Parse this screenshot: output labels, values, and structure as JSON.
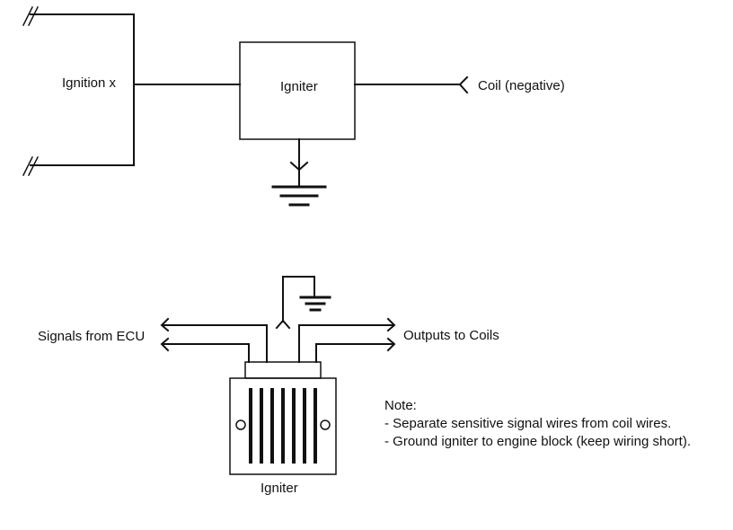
{
  "top": {
    "input_label": "Ignition x",
    "block_label": "Igniter",
    "output_label": "Coil (negative)"
  },
  "bottom": {
    "signals_label": "Signals from ECU",
    "outputs_label": "Outputs to Coils",
    "module_label": "Igniter",
    "note": {
      "title": "Note:",
      "lines": [
        "- Separate sensitive signal wires from coil wires.",
        "- Ground igniter to engine block (keep wiring short)."
      ]
    }
  }
}
